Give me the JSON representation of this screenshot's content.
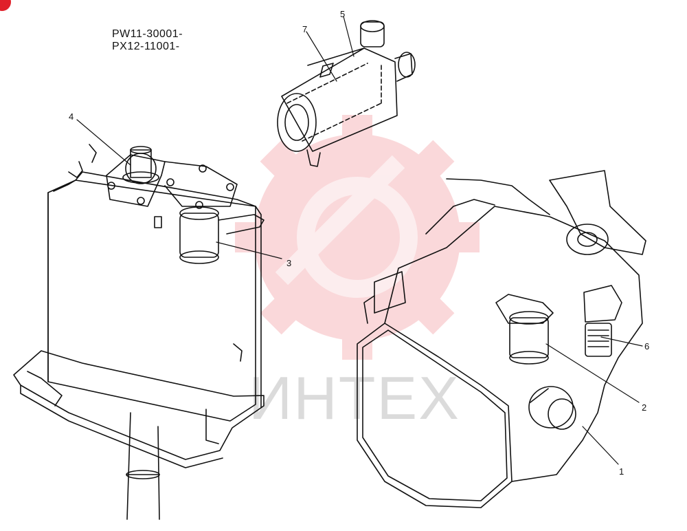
{
  "serial_ranges": [
    "PW11-30001-",
    "PX12-11001-"
  ],
  "callouts": [
    {
      "label": "1"
    },
    {
      "label": "2"
    },
    {
      "label": "3"
    },
    {
      "label": "4"
    },
    {
      "label": "5"
    },
    {
      "label": "6"
    },
    {
      "label": "7"
    }
  ],
  "watermark": {
    "text": "ИНТЕХ",
    "icon": "gear-wrench-logo-icon",
    "color": "#e8303a"
  },
  "colors": {
    "line_art": "#111111",
    "corner_badge": "#e0202a"
  }
}
